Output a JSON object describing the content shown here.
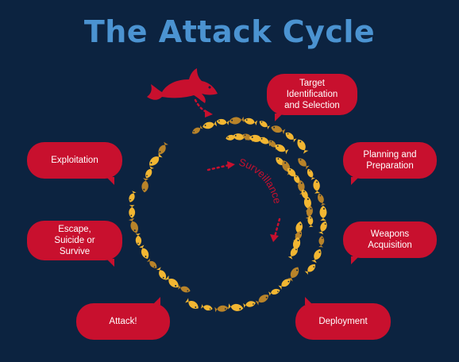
{
  "title": "The Attack Cycle",
  "center_label": "Surveillance",
  "stages": [
    {
      "id": "target",
      "label": "Target\nIdentification\nand Selection"
    },
    {
      "id": "planning",
      "label": "Planning and\nPreparation"
    },
    {
      "id": "weapons",
      "label": "Weapons\nAcquisition"
    },
    {
      "id": "deployment",
      "label": "Deployment"
    },
    {
      "id": "attack",
      "label": "Attack!"
    },
    {
      "id": "escape",
      "label": "Escape,\nSuicide or\nSurvive"
    },
    {
      "id": "exploitation",
      "label": "Exploitation"
    }
  ],
  "colors": {
    "background": "#0c2340",
    "title": "#4b93d1",
    "bubble": "#c8102e",
    "fish_light": "#f2b632",
    "fish_dark": "#b8832a",
    "shark": "#c8102e"
  },
  "icons": {
    "shark": "shark-icon",
    "fish": "fish-icon"
  }
}
